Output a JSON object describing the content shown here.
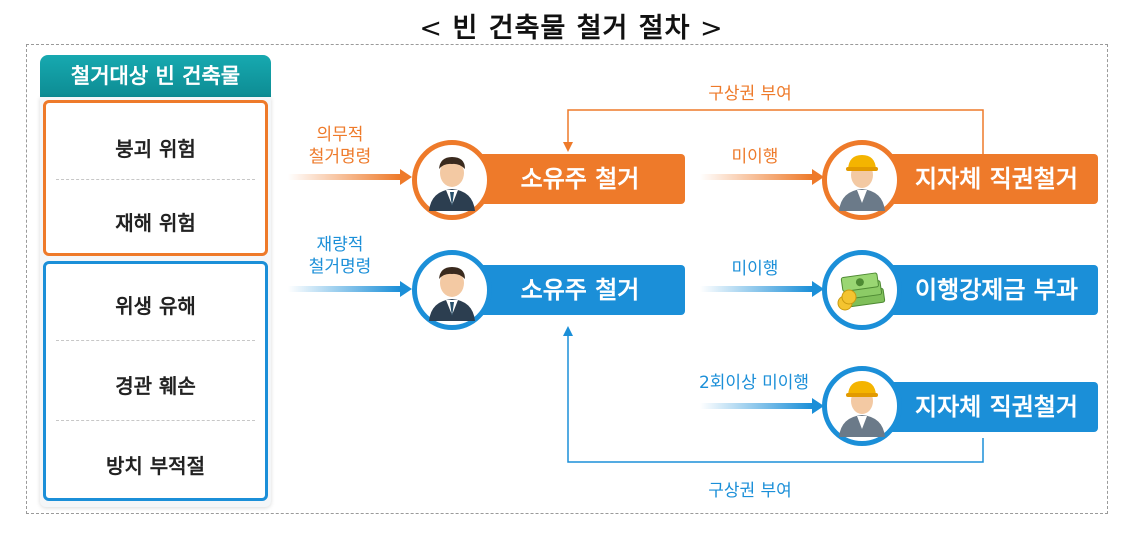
{
  "title": {
    "prefix": "<",
    "text": "빈 건축물 철거 절차",
    "suffix": ">"
  },
  "left_panel": {
    "header": "철거대상 빈 건축물",
    "orange_items": [
      "붕괴 위험",
      "재해 위험"
    ],
    "blue_items": [
      "위생 유해",
      "경관 훼손",
      "방치 부적절"
    ]
  },
  "flow": {
    "row1": {
      "order_label_1": "의무적",
      "order_label_2": "철거명령",
      "owner_box": "소유주 철거",
      "noncompliance": "미이행",
      "result_box": "지자체 직권철거"
    },
    "row2": {
      "order_label_1": "재량적",
      "order_label_2": "철거명령",
      "owner_box": "소유주 철거",
      "noncompliance": "미이행",
      "result_box": "이행강제금 부과"
    },
    "row3": {
      "noncompliance": "2회이상 미이행",
      "result_box": "지자체 직권철거"
    },
    "top_feedback": "구상권 부여",
    "bottom_feedback": "구상권 부여"
  },
  "icons": {
    "owner_icon": "businessman-icon",
    "worker_icon": "hardhat-worker-icon",
    "money_icon": "money-stack-icon"
  },
  "colors": {
    "orange": "#ee7a2a",
    "blue": "#1b8fd8",
    "teal": "#129aa1"
  }
}
